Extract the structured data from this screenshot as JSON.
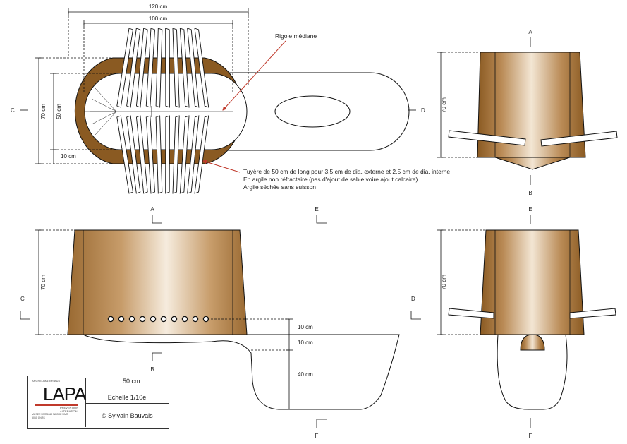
{
  "dimensions": {
    "d120": "120 cm",
    "d100": "100 cm",
    "d70": "70 cm",
    "d50": "50 cm",
    "d10": "10 cm",
    "d40": "40 cm"
  },
  "sections": {
    "A": "A",
    "B": "B",
    "C": "C",
    "D": "D",
    "E": "E",
    "F": "F"
  },
  "annotations": {
    "rigole": "Rigole médiane",
    "note_line1": "Tuyère de 50 cm de long pour 3,5 cm de dia. externe et 2,5 cm de dia. interne",
    "note_line2": "En argile non réfractaire (pas d'ajout de sable voire ajout calcaire)",
    "note_line3": "Argile séchée sans suisson"
  },
  "cartouche": {
    "logo": "LAPA",
    "logo_small_top": "ARCHEOMATERIAUX",
    "logo_small_right": "PREVENTION ALTERATION",
    "logo_bottom": "MUSEE UMR5060 NACRE UMR 5060 CNRS",
    "scale_length": "50 cm",
    "ratio": "Echelle 1/10e",
    "author": "© Sylvain Bauvais"
  },
  "colors": {
    "clay_dark": "#8a5a22",
    "clay_mid": "#b98a55",
    "clay_light": "#f3e6d4",
    "accent_red": "#c0392b"
  }
}
